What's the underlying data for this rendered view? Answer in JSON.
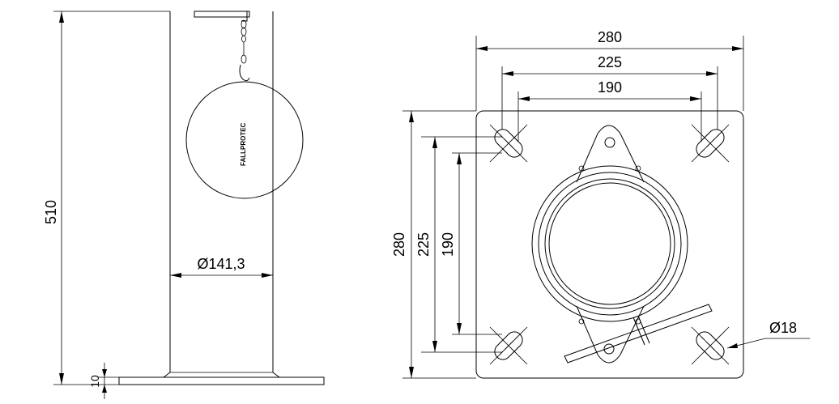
{
  "front_view": {
    "height_dim": "510",
    "diameter_dim": "Ø141,3",
    "plate_thickness_dim": "10",
    "brand_logo": "FALLPROTEC"
  },
  "top_view": {
    "width_outer": "280",
    "width_mid": "225",
    "width_inner": "190",
    "height_outer": "280",
    "height_mid": "225",
    "height_inner": "190",
    "hole_diameter": "Ø18"
  }
}
